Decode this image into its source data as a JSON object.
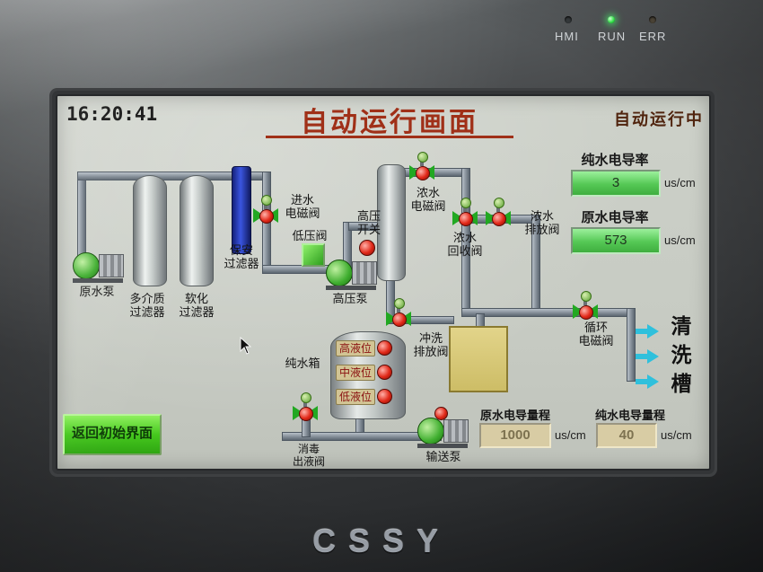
{
  "bezel": {
    "logo": "CSSY",
    "leds": [
      {
        "label": "HMI"
      },
      {
        "label": "RUN"
      },
      {
        "label": "ERR"
      }
    ]
  },
  "header": {
    "time": "16:20:41",
    "title": "自动运行画面",
    "status": "自动运行中"
  },
  "readouts": {
    "pure_conductivity": {
      "label": "纯水电导率",
      "value": "3",
      "unit": "us/cm"
    },
    "raw_conductivity": {
      "label": "原水电导率",
      "value": "573",
      "unit": "us/cm"
    }
  },
  "settings": {
    "raw_range": {
      "label": "原水电导量程",
      "value": "1000",
      "unit": "us/cm"
    },
    "pure_range": {
      "label": "纯水电导量程",
      "value": "40",
      "unit": "us/cm"
    }
  },
  "buttons": {
    "back": "返回初始界面"
  },
  "diagram": {
    "raw_pump": "原水泵",
    "media_filter": "多介质\n过滤器",
    "soft_filter": "软化\n过滤器",
    "guard_filter": "保安\n过滤器",
    "inlet_valve": "进水\n电磁阀",
    "low_pressure_valve": "低压阀",
    "hp_switch": "高压\n开关",
    "hp_pump": "高压泵",
    "conc_solenoid": "浓水\n电磁阀",
    "conc_recovery": "浓水\n回收阀",
    "conc_drain": "浓水\n排放阀",
    "circ_solenoid": "循环\n电磁阀",
    "wash_tank": "清洗槽",
    "flush_drain": "冲洗\n排放阀",
    "pure_tank": "纯水箱",
    "levels": [
      "高液位",
      "中液位",
      "低液位"
    ],
    "disinfect_valve": "消毒\n出液阀",
    "transfer_pump": "输送泵"
  },
  "colors": {
    "screen_bg": "#c9cdc5",
    "title_red": "#a03018",
    "display_green": "#66d066",
    "button_green": "#46c81e",
    "value_box_tan": "#d8cca4",
    "pipe_gray": "#8d98a2",
    "valve_green": "#22a822",
    "indicator_red": "#e22818",
    "guard_filter_blue": "#2a44c8",
    "wash_arrow_cyan": "#2fc0dc",
    "clean_tank_yellow": "#d8c874",
    "run_led_green": "#35e04a"
  }
}
